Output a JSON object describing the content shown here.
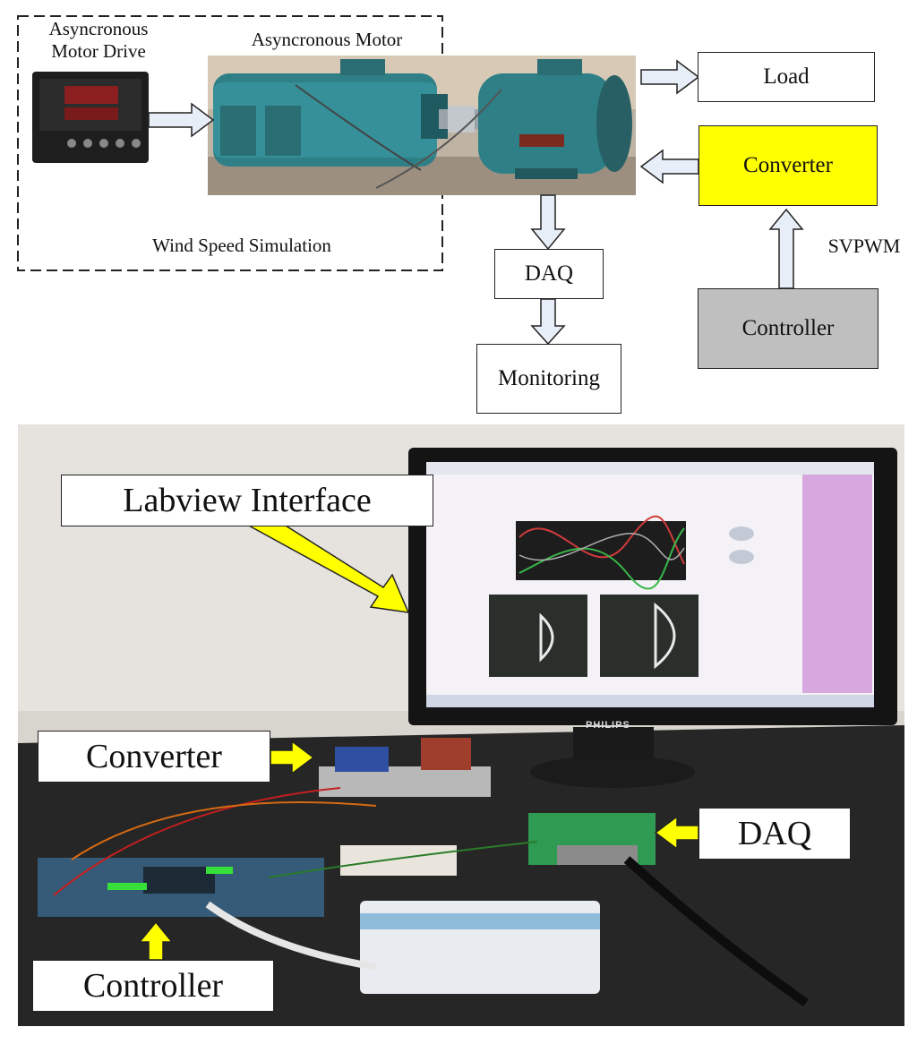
{
  "diagram": {
    "drive_label": "Asyncronous\nMotor Drive",
    "motor_label": "Asyncronous Motor",
    "wind_label": "Wind Speed Simulation",
    "load_label": "Load",
    "converter_label": "Converter",
    "svpwm_label": "SVPWM",
    "controller_label": "Controller",
    "daq_label": "DAQ",
    "monitoring_label": "Monitoring"
  },
  "photo": {
    "labview_label": "Labview Interface",
    "converter_label": "Converter",
    "daq_label": "DAQ",
    "controller_label": "Controller",
    "monitor_brand": "PHILIPS"
  },
  "colors": {
    "converter_fill": "#ffff00",
    "controller_fill": "#bfbfbf",
    "arrow_fill": "#e8eef7",
    "callout_arrow": "#ffff00",
    "motor_teal": "#2e7f86"
  }
}
